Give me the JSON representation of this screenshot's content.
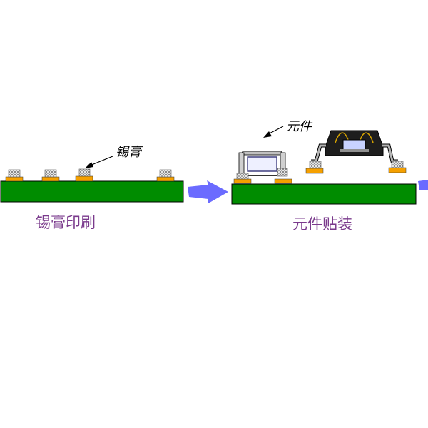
{
  "step1": {
    "caption": "锡膏印刷",
    "annotation": "锡膏"
  },
  "step2": {
    "caption": "元件贴装",
    "annotation": "元件"
  },
  "colors": {
    "board": "#008c00",
    "pad": "#f5a000",
    "solder_paste": "#c8c8c8",
    "arrow": "#6b6bff",
    "caption": "#7a3a8c",
    "ic_body": "#1e1e1e",
    "ic_lead": "#b4b4b4",
    "ic_die": "#c8d2ff",
    "bond_wire": "#d2a000"
  }
}
